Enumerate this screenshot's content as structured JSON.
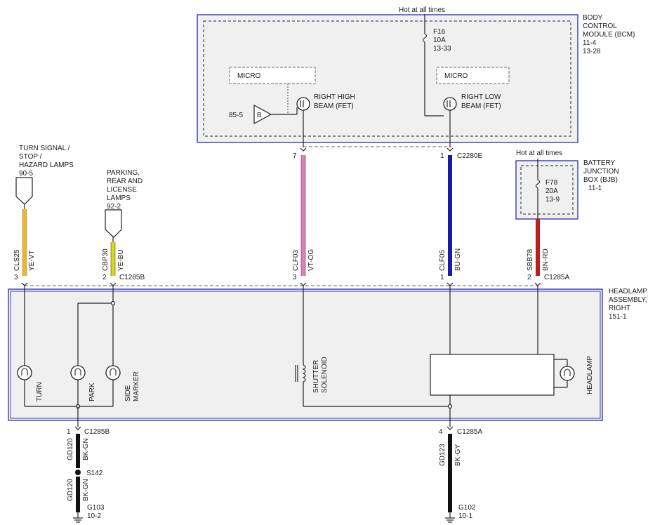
{
  "bcm": {
    "hot_label": "Hot at all times",
    "fuse_name": "F16",
    "fuse_rating": "10A",
    "fuse_ref": "13-33",
    "title_1": "BODY",
    "title_2": "CONTROL",
    "title_3": "MODULE (BCM)",
    "ref_1": "11-4",
    "ref_2": "13-28",
    "micro_left": "MICRO",
    "micro_right": "MICRO",
    "fet_high_1": "RIGHT HIGH",
    "fet_high_2": "BEAM (FET)",
    "fet_low_1": "RIGHT LOW",
    "fet_low_2": "BEAM (FET)",
    "input_ref": "85-5",
    "input_letter": "B",
    "pin_high": "7",
    "pin_low": "1",
    "connector": "C2280E"
  },
  "bjb": {
    "hot_label": "Hot at all times",
    "fuse_name": "F78",
    "fuse_rating": "20A",
    "fuse_ref": "13-9",
    "title_1": "BATTERY",
    "title_2": "JUNCTION",
    "title_3": "BOX (BJB)",
    "ref": "11-1"
  },
  "turn_signal": {
    "line_1": "TURN SIGNAL /",
    "line_2": "STOP /",
    "line_3": "HAZARD LAMPS",
    "ref": "90-5"
  },
  "parking": {
    "line_1": "PARKING,",
    "line_2": "REAR AND",
    "line_3": "LICENSE",
    "line_4": "LAMPS",
    "ref": "92-2"
  },
  "wires": {
    "cls25_circuit": "CLS25",
    "cls25_color": "YE-VT",
    "cbp30_circuit": "CBP30",
    "cbp30_color": "YE-BU",
    "clf03_circuit": "CLF03",
    "clf03_color": "VT-OG",
    "clf05_circuit": "CLF05",
    "clf05_color": "BU-GN",
    "sbb78_circuit": "SBB78",
    "sbb78_color": "BN-RD",
    "gd120_circuit": "GD120",
    "gd120_color": "BK-GN",
    "gd123_circuit": "GD123",
    "gd123_color": "BK-GY"
  },
  "pins": {
    "turn": "3",
    "park": "2",
    "c1285b": "C1285B",
    "shutter": "3",
    "headlamp": "1",
    "bjb": "2",
    "c1285a": "C1285A",
    "ground_b": "1",
    "ground_b_conn": "C1285B",
    "ground_a": "4",
    "ground_a_conn": "C1285A"
  },
  "headlamp": {
    "title_1": "HEADLAMP",
    "title_2": "ASSEMBLY,",
    "title_3": "RIGHT",
    "ref": "151-1",
    "turn": "TURN",
    "park": "PARK",
    "side_1": "SIDE",
    "side_2": "MARKER",
    "shutter_1": "SHUTTER",
    "shutter_2": "SOLENOID",
    "headlamp_label": "HEADLAMP"
  },
  "grounds": {
    "splice": "S142",
    "g103": "G103",
    "g103_ref": "10-2",
    "g102": "G102",
    "g102_ref": "10-1"
  },
  "colors": {
    "frame_blue": "#2a2ab0",
    "ye_vt": "#e8b830",
    "ye_bu": "#d8d820",
    "vt_og": "#e080b8",
    "bu_gn": "#1a1aa8",
    "bn_rd": "#b82020",
    "bk": "#111111"
  }
}
